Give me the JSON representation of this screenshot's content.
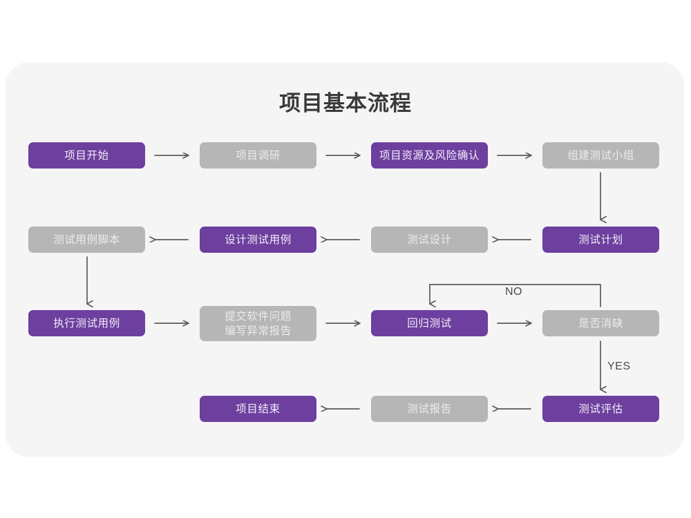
{
  "diagram": {
    "title": "项目基本流程",
    "colors": {
      "purple": "#6d3f9e",
      "gray": "#b6b6b6",
      "card_bg": "#f5f5f6",
      "page_bg": "#ffffff",
      "connector": "#5a5a5a",
      "title_text": "#3a3a3a"
    },
    "nodes": [
      {
        "id": "n1",
        "label": "项目开始",
        "style": "purple",
        "row": 1
      },
      {
        "id": "n2",
        "label": "项目调研",
        "style": "gray",
        "row": 1
      },
      {
        "id": "n3",
        "label": "项目资源及风险确认",
        "style": "purple",
        "row": 1
      },
      {
        "id": "n4",
        "label": "组建测试小组",
        "style": "gray",
        "row": 1
      },
      {
        "id": "n5",
        "label": "测试用例脚本",
        "style": "gray",
        "row": 2
      },
      {
        "id": "n6",
        "label": "设计测试用例",
        "style": "purple",
        "row": 2
      },
      {
        "id": "n7",
        "label": "测试设计",
        "style": "gray",
        "row": 2
      },
      {
        "id": "n8",
        "label": "测试计划",
        "style": "purple",
        "row": 2
      },
      {
        "id": "n9",
        "label": "执行测试用例",
        "style": "purple",
        "row": 3
      },
      {
        "id": "n10",
        "label": "提交软件问题\n编写异常报告",
        "style": "gray",
        "row": 3
      },
      {
        "id": "n11",
        "label": "回归测试",
        "style": "purple",
        "row": 3
      },
      {
        "id": "n12",
        "label": "是否消缺",
        "style": "gray",
        "row": 3
      },
      {
        "id": "n13",
        "label": "项目结束",
        "style": "purple",
        "row": 4
      },
      {
        "id": "n14",
        "label": "测试报告",
        "style": "gray",
        "row": 4
      },
      {
        "id": "n15",
        "label": "测试评估",
        "style": "purple",
        "row": 4
      }
    ],
    "edge_labels": {
      "no": "NO",
      "yes": "YES"
    },
    "edges": [
      {
        "from": "n1",
        "to": "n2",
        "dir": "right"
      },
      {
        "from": "n2",
        "to": "n3",
        "dir": "right"
      },
      {
        "from": "n3",
        "to": "n4",
        "dir": "right"
      },
      {
        "from": "n4",
        "to": "n8",
        "dir": "down"
      },
      {
        "from": "n8",
        "to": "n7",
        "dir": "left"
      },
      {
        "from": "n7",
        "to": "n6",
        "dir": "left"
      },
      {
        "from": "n6",
        "to": "n5",
        "dir": "left"
      },
      {
        "from": "n5",
        "to": "n9",
        "dir": "down"
      },
      {
        "from": "n9",
        "to": "n10",
        "dir": "right"
      },
      {
        "from": "n10",
        "to": "n11",
        "dir": "right"
      },
      {
        "from": "n11",
        "to": "n12",
        "dir": "right"
      },
      {
        "from": "n12",
        "to": "n11",
        "dir": "loop-up",
        "label": "NO"
      },
      {
        "from": "n12",
        "to": "n15",
        "dir": "down",
        "label": "YES"
      },
      {
        "from": "n15",
        "to": "n14",
        "dir": "left"
      },
      {
        "from": "n14",
        "to": "n13",
        "dir": "left"
      }
    ]
  }
}
